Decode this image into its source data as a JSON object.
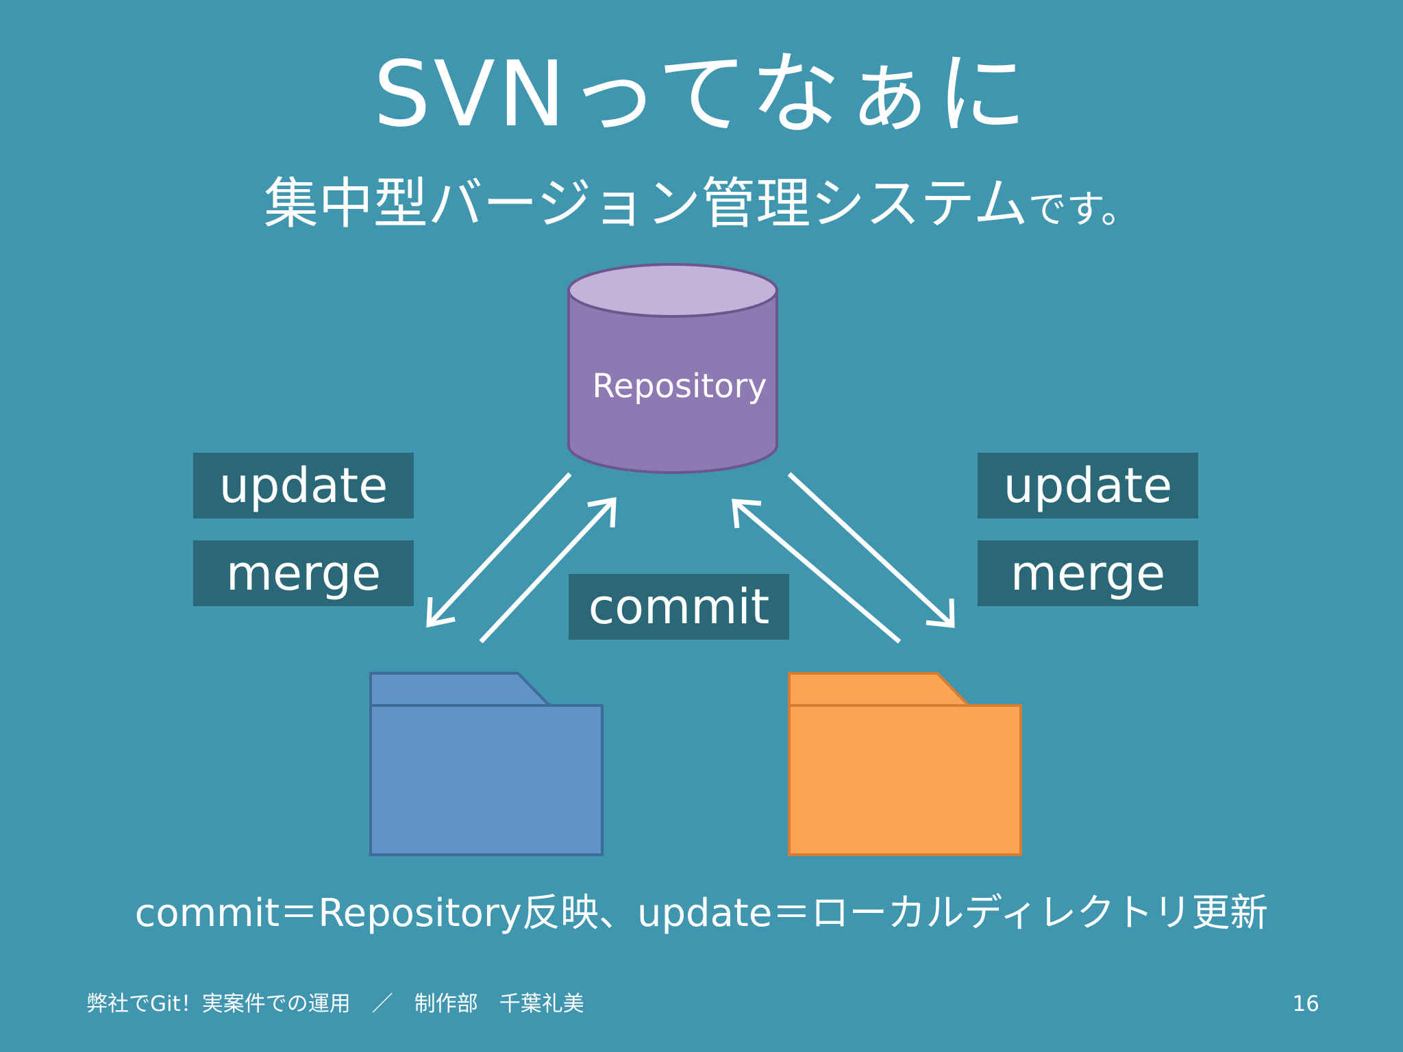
{
  "slide": {
    "title": "SVNってなぁに",
    "subtitle_main": "集中型バージョン管理システム",
    "subtitle_tail": "です。",
    "caption": "commit＝Repository反映、update＝ローカルディレクトリ更新",
    "footer_left": "弊社でGit！実案件での運用　／　制作部　千葉礼美",
    "page_number": "16"
  },
  "diagram": {
    "repository_label": "Repository",
    "left_labels": [
      "update",
      "merge"
    ],
    "right_labels": [
      "update",
      "merge"
    ],
    "center_label": "commit"
  },
  "colors": {
    "background": "#3f96ae",
    "label_box": "#2a6877",
    "repository_body": "#8e79b2",
    "repository_top": "#c3b3d8",
    "folder_blue": "#6194c9",
    "folder_orange": "#fba453",
    "arrow": "#ffffff"
  }
}
